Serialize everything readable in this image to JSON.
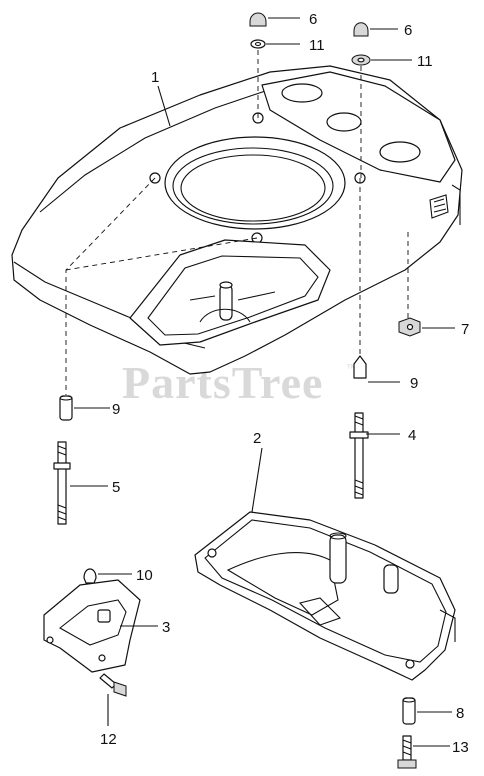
{
  "watermark": {
    "brand": "PartsTree",
    "trademark": "™"
  },
  "callouts": [
    {
      "id": "c6a",
      "text": "6"
    },
    {
      "id": "c6b",
      "text": "6"
    },
    {
      "id": "c11a",
      "text": "11"
    },
    {
      "id": "c11b",
      "text": "11"
    },
    {
      "id": "c1",
      "text": "1"
    },
    {
      "id": "c7",
      "text": "7"
    },
    {
      "id": "c9a",
      "text": "9"
    },
    {
      "id": "c9b",
      "text": "9"
    },
    {
      "id": "c4",
      "text": "4"
    },
    {
      "id": "c2",
      "text": "2"
    },
    {
      "id": "c5",
      "text": "5"
    },
    {
      "id": "c10",
      "text": "10"
    },
    {
      "id": "c3",
      "text": "3"
    },
    {
      "id": "c12",
      "text": "12"
    },
    {
      "id": "c8",
      "text": "8"
    },
    {
      "id": "c13",
      "text": "13"
    }
  ],
  "colors": {
    "line": "#111111",
    "watermark": "#d9d9d9",
    "shade": "#d8d8d8"
  }
}
